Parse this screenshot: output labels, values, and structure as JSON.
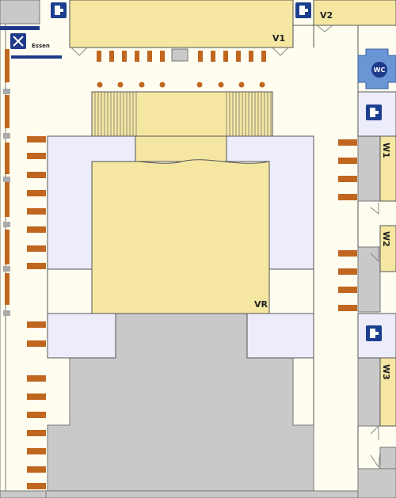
{
  "labels": {
    "v1": "V1",
    "v2": "V2",
    "vr": "VR",
    "w1": "W1",
    "w2": "W2",
    "w3": "W3",
    "wc": "WC",
    "essen": "Essen"
  },
  "colors": {
    "background": "#fefdf0",
    "wall": "#c9c9c9",
    "room_yellow": "#f5e6a2",
    "room_lavender": "#ececfb",
    "seat": "#c0661e",
    "wc_blue": "#4a7ec9",
    "exit_blue": "#1b3f8f",
    "dark_blue": "#1f3a8a"
  },
  "icons": {
    "exit": "emergency-exit-icon",
    "restaurant": "fork-knife-icon",
    "wc": "wc-icon"
  }
}
